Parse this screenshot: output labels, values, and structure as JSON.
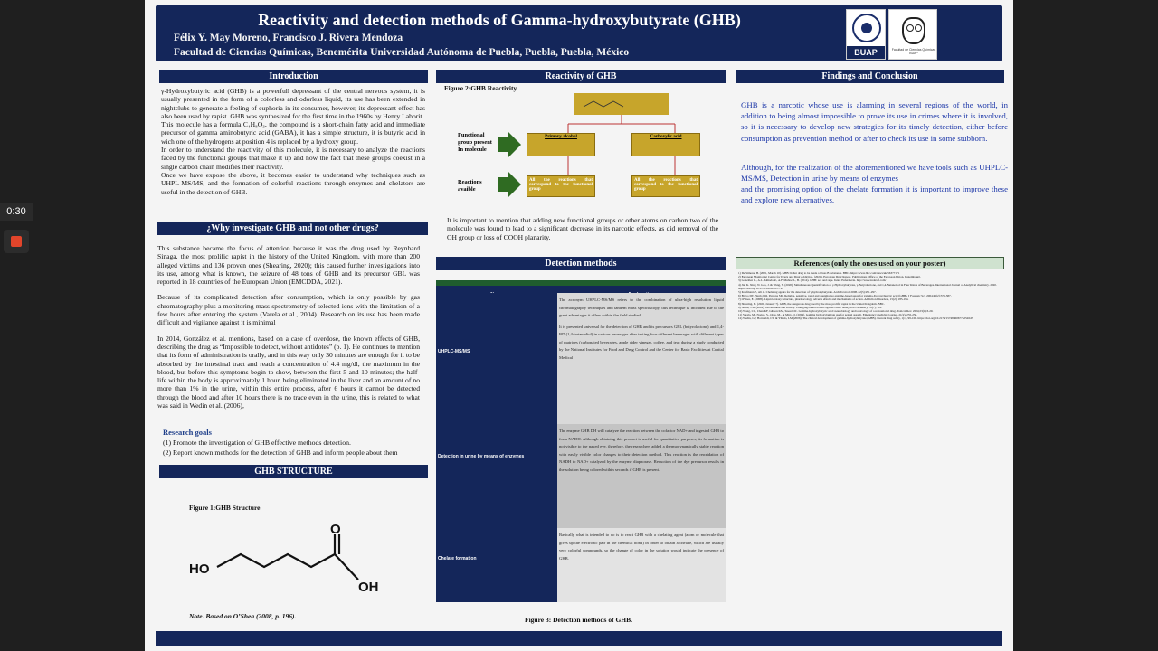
{
  "recorder": {
    "time": "0:30"
  },
  "header": {
    "title": "Reactivity and detection methods of  Gamma-hydroxybutyrate (GHB)",
    "authors": "Félix Y. May Moreno, Francisco J. Rivera Mendoza",
    "affiliation": "Facultad de Ciencias Químicas, Benemérita Universidad Autónoma de Puebla, Puebla, Puebla, México",
    "logo_buap": "BUAP",
    "logo2_caption": "Facultad de Ciencias Químicas BUAP"
  },
  "intro": {
    "heading": "Introduction",
    "paragraphs": [
      "γ-Hydroxybutyric acid (GHB) is a powerfull depressant of the central nervous system, it is usually presented in the form of a colorless and odorless liquid, its use has been extended in nightclubs to generate a feeling of euphoria in its consumer, however, its depressant effect has also been used by rapist. GHB was synthesized for the first time in the 1960s by Henry Laborit.",
      "This molecule has a formula C₄H₈O₃, the compound is a short-chain fatty acid and immediate precursor of gamma aminobutyric acid (GABA), it has a simple structure, it is butyric acid in wich one of the hydrogens at position 4 is replaced by a hydroxy group.",
      "In order to understand the reactivity of this molecule, it is necessary to analyze the reactions faced by the functional groups that make it up and how the fact that these groups coexist in a single carbon chain modifies their reactivity.",
      "Once we have expose the above, it becomes easier  to understand why techniques such as UHPL-MS/MS, and the formation of colorful reactions through enzymes and chelators are useful in the detection of GHB."
    ]
  },
  "why": {
    "heading": "¿Why investigate GHB and not other drugs?",
    "paragraphs": [
      "This substance became the focus of attention because it was the drug used by Reynhard Sinaga, the most prolific rapist in the history of the United Kingdom, with more than 200 alleged victims and 136 proven ones (Shearing, 2020); this caused further investigations into its use, among what is known, the seizure of 48 tons of GHB and its precursor GBL was reported in 18 countries of the European Union (EMCDDA, 2021).",
      "Because of its complicated detection after consumption, which is only possible by gas chromatography plus a monitoring mass spectrometry of selected ions with the limitation of a few hours after entering the system (Varela et al., 2004). Research on its use has been made difficult and vigilance against it is minimal",
      "In 2014, González et al. mentions, based on a case of overdose, the known effects of GHB, describing the drug as “Impossible to detect, without antidotes” (p. 1). He continues to mention that its form of administration is orally, and in this way only 30 minutes are enough for it to be absorbed by the intestinal tract and reach a concentration of 4.4 mg/dl, the maximum in the blood, but before this symptoms begin to show, between the first 5 and 10 minutes; the half-life within the body is approximately 1 hour, being eliminated in the liver and an amount of no more than 1% in the urine, within this entire process, after 6 hours it cannot be detected through the blood and after 10 hours there is no trace even in the urine, this is related to what was said in Wedin et al. (2006),"
    ]
  },
  "goals": {
    "title": "Research goals",
    "items": [
      "(1) Promote the investigation of GHB effective methods detection.",
      "(2) Report known methods for the detection of GHB and inform people about them"
    ]
  },
  "structure": {
    "heading": "GHB STRUCTURE",
    "figure_caption": "Figure 1:GHB Structure",
    "note": "Note. Based on O’Shea (2008, p. 196).",
    "labels": {
      "ho": "HO",
      "oh": "OH",
      "o": "O"
    }
  },
  "reactivity": {
    "heading": "Reactivity of GHB",
    "figure_caption": "Figure 2:GHB Reactivity",
    "functional_label": "Functional group present In molecule",
    "reactions_label": "Reactions avaible",
    "primary_alcohol": "Primary alcohol",
    "carboxylic_acid": "Carboxylic acid",
    "reactions_text": "All the reactions that correspond to the functional group",
    "paragraph": "It is important to mention that adding new functional groups or other atoms on carbon two of the molecule was found to lead to a significant decrease in its narcotic effects, as did removal of the OH group or loss of COOH planarity."
  },
  "detection": {
    "heading": "Detection methods",
    "col_name": "Name",
    "col_expl": "Explanation",
    "rows": [
      {
        "name": "UHPLC-MS/MS",
        "paragraphs": [
          "The acronym UHPLC-MS/MS refers to the combination of ultra-high resolution liquid chromatography techniques and tandem mass spectroscopy, this technique is included due to the great advantages it offers within the field studied.",
          "It is presented universal for the detection of GHB and its precursors GBL (butyrolactone) and 1,4-BD (1,4-butanediol) in various beverages after testing four different beverages with different types of matrices (carbonated beverages, apple cider vinegar, coffee, and tea) during a study conducted by the National Institutes for Food and Drug Control and the Center for Basic Facilities at Capital Medical"
        ]
      },
      {
        "name": "Detection in urine by means of enzymes",
        "paragraphs": [
          "The enzyme GHB DH will catalyze the reaction between the cofactor NAD+ and ingested GHB to form NADH. Although obtaining this product is useful for quantitative purposes, its formation is not visible to the naked eye, therefore, the researchers added a thermodynamically stable reaction with easily visible color changes to their detection method. This reaction is the reoxidation of NADH to NAD+ catalyzed by the enzyme diaphorase. Reduction of the dye precursor results in the solution being colored within seconds if GHB is present."
        ]
      },
      {
        "name": "Chelate formation",
        "paragraphs": [
          "Basically what is intended to do is to react GHB with a chelating agent (atom or molecule that gives up the electronic pair in the chemical bond) in order to obtain a chelate, which are usually very colorful compounds, so the change of color in the solution would indicate the presence of GHB."
        ]
      }
    ],
    "figure_caption": "Figure 3: Detection methods of GHB."
  },
  "findings": {
    "heading": "Findings and Conclusion",
    "paragraphs": [
      "GHB is a narcotic whose use is alarming in several regions of the world, in addition to being almost impossible to prove its use in crimes where it is involved, so it is necessary to develop new strategies for its timely detection, either before consumption as prevention method or after to check its use in some stubborn.",
      "Although, for the realization of the aforementioned we have tools such as UHPLC-MS/MS, Detection in urine by means of enzymes\n and the promising option of the chelate formation it is important to improve these and explore new alternatives."
    ]
  },
  "references": {
    "heading": "References (only the ones used on your poster)",
    "items": [
      "1) De Simone, B. (2021, March 10). GHB: Killer drug to be made a Class B substance. BBC. https://www.bbc.com/news/uk-56377171",
      "2) European Monitoring Centre for Drugs and Drug Addiction. (2021). European Drug Report. Publications Office of the European Union, Luxembourg.",
      "3) González G., A.L. Almada R., A.F. Muñoz S., B. (2014). GHB: sex and rape. Index Enfermería. http://www.index-f.com/",
      "4) Jia, K. Xing, N. Gao, J. & Wang, Y. (2020). Simultaneous Quantification of γ-Hydroxybutyrate, γ-Butyrolactone, and 1,4-Butanediol in Four Kinds of Beverages. International Journal of Analytical chemistry. 2020. https://doi.org/10.1155/2020/8837743",
      "5) Kaufmann E, Alt A. Chelating agents for the detection of γ-hydroxybutyrate. Arch Toxicol. 2008. 82(5):291-297.",
      "6) Bravo DT, Harris DO, Parsons SM. Reliable, sensitive, rapid and quantitative enzyme-based assay for gamma-hydroxybutyric acid (GHB). J Forensic Sci. 2004;49(2):379-387.",
      "7) O'Shea, E. (2008). Liquid ecstasy: structure, pharmacology, adverse effects and mechanisms of action. Addiction Disorders, 15(2), 185-194.",
      "8) Shearing, H. (2020, January 7). GHB, the dangerous drug used by the most prolific rapist in the United Kingdom. BBC.",
      "9) Smith, T.D. (2004). Government and society: Emerging-based dollars against GHB. Analytical Chemistry, 76(7), 116.",
      "10) Wong, CG, Chan KF, Gibson KM, Snead OC. Gamma-hydroxybutyric acid: neurobiology and toxicology of a recreational drug. Toxicol Rev. 2004;23(1):3-20.",
      "11) Varela, M., Nogué, S., Orós, M., & Miró, O. (2004). Gamma hydroxybutirate use for sexual assault. Emergency medicine journal, 21(2), 255-256.",
      "12) Wedin, GP, Hornfeldt, CS, & Ylitalo, LM (2006). The clinical development of gamma-hydroxybutyrate (GHB). Current drug safety, 1(1), 99-106. https://doi.org/10.2174/157488606775252647"
    ]
  }
}
